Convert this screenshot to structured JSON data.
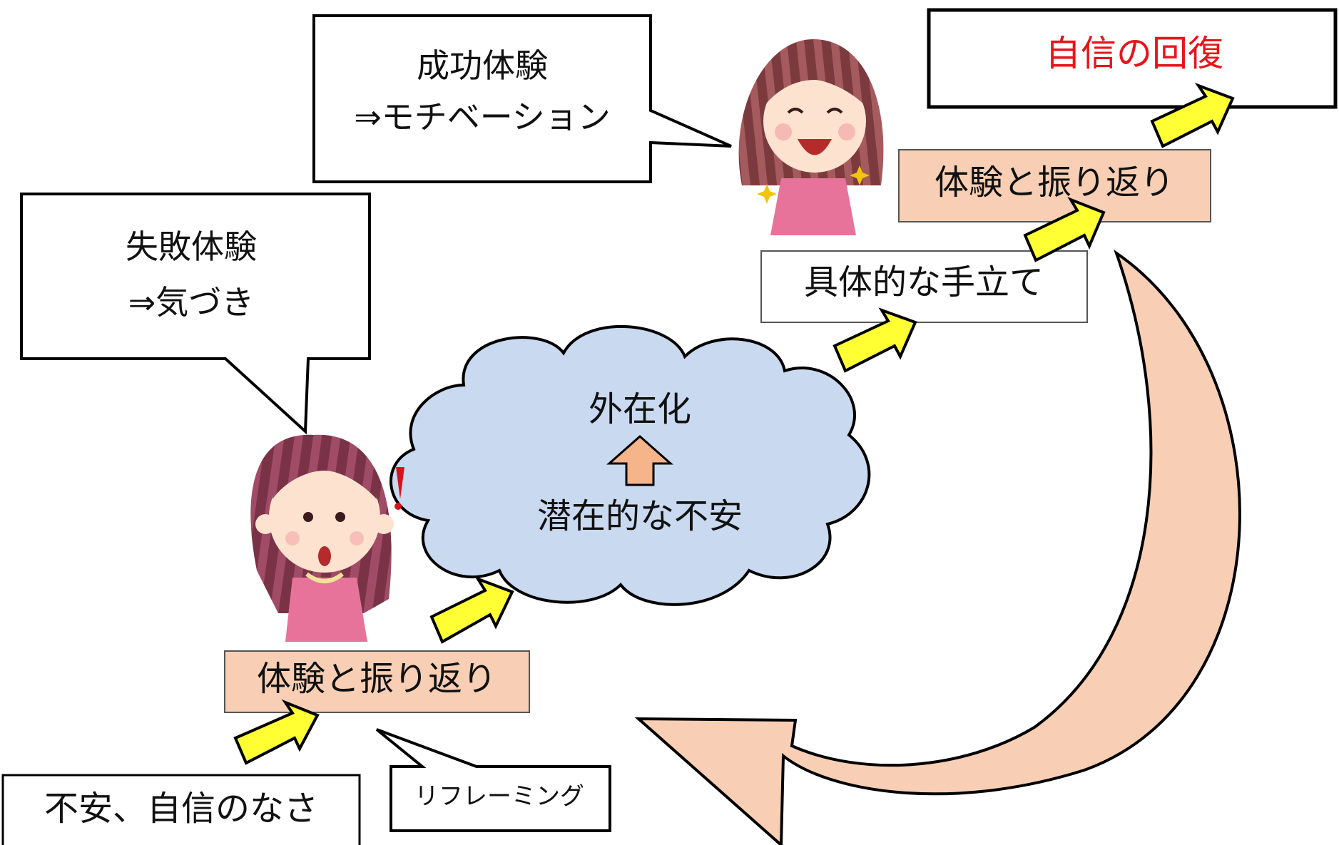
{
  "speech_success": {
    "line1": "成功体験",
    "line2": "⇒モチベーション"
  },
  "speech_failure": {
    "line1": "失敗体験",
    "line2": "⇒気づき"
  },
  "goal_box": {
    "text": "自信の回復",
    "color": "#e8141b"
  },
  "steps": {
    "anxiety": "不安、自信のなさ",
    "reflection_low": "体験と振り返り",
    "concrete_plan": "具体的な手立て",
    "reflection_high": "体験と振り返り"
  },
  "cloud": {
    "top": "外在化",
    "bottom": "潜在的な不安"
  },
  "reframing": "リフレーミング",
  "colors": {
    "cloud_fill": "#c9d9ef",
    "step_fill": "#f8cfb4",
    "arrow_fill": "#ffff33",
    "cycle_arrow_fill": "#f8cfb4",
    "up_arrow_fill": "#f6b48a",
    "girl_shirt": "#e8739a",
    "girl_hair": "#8a3b50",
    "girl_skin": "#fde3cf"
  },
  "icons": {
    "girl_surprised": "surprised-girl-illustration",
    "girl_happy": "happy-girl-illustration",
    "exclamation": "exclamation-icon",
    "sparkle": "sparkle-icon"
  }
}
